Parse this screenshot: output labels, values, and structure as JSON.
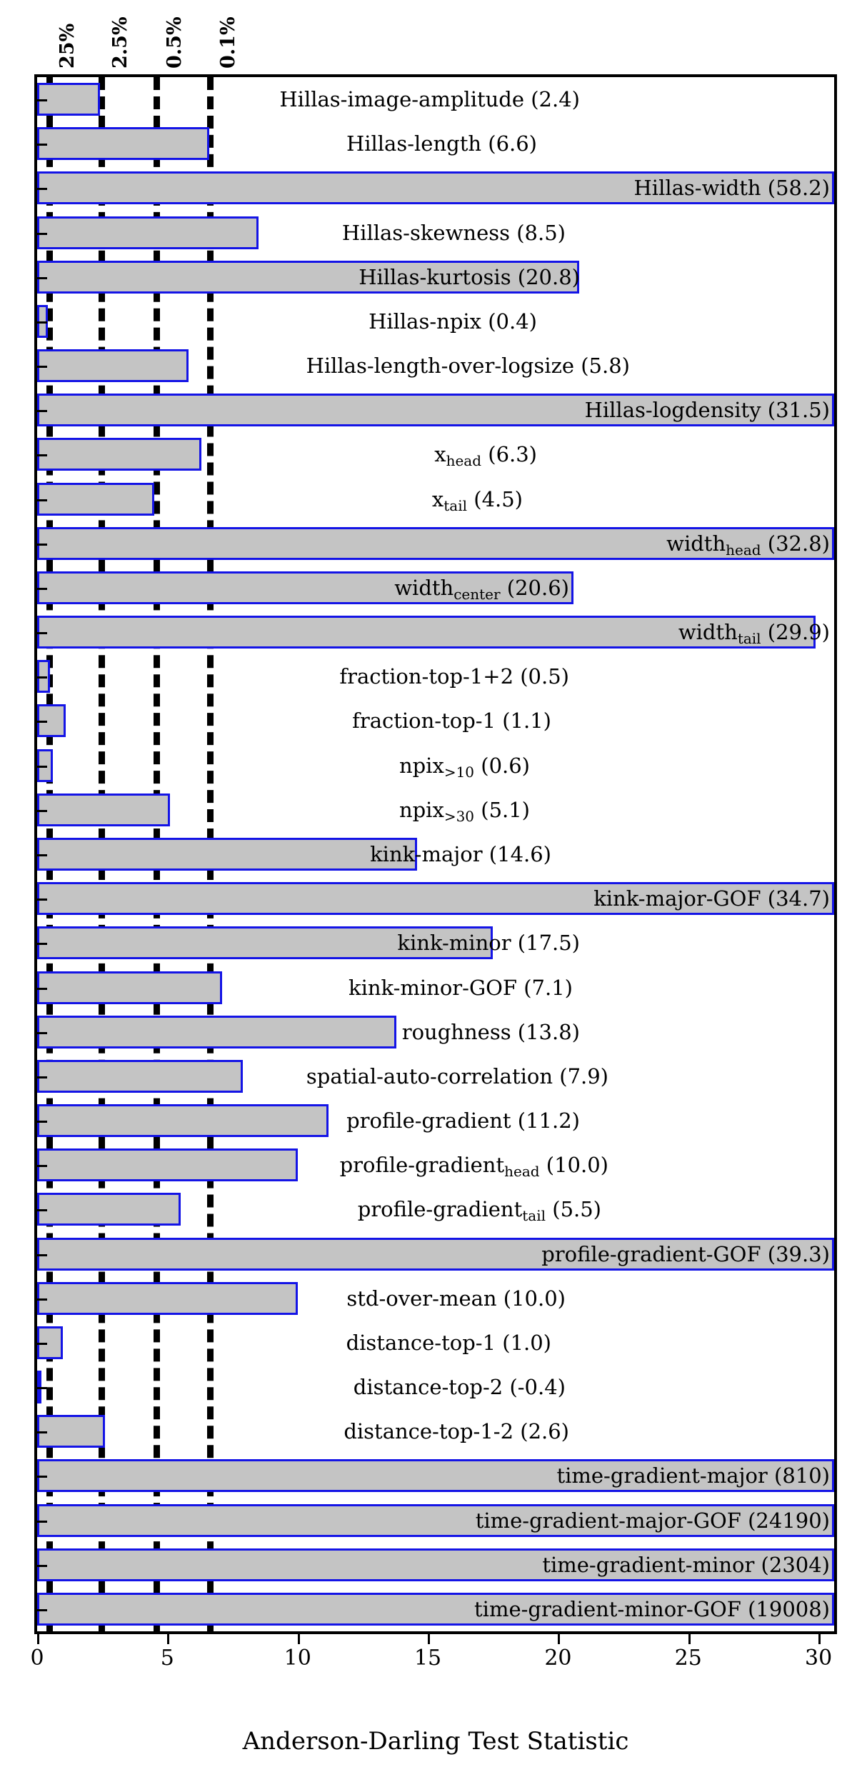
{
  "chart_data": {
    "type": "bar",
    "title": "",
    "xlabel": "Anderson-Darling Test Statistic",
    "ylabel": "",
    "orientation": "horizontal",
    "xlim": [
      0,
      30.6
    ],
    "grid": false,
    "legend": "none",
    "xticks": [
      0,
      5,
      10,
      15,
      20,
      25,
      30
    ],
    "xticklabels": [
      "0",
      "5",
      "10",
      "15",
      "20",
      "25",
      "30"
    ],
    "thresholds": [
      {
        "label": "25%",
        "value": 0.47
      },
      {
        "label": "2.5%",
        "value": 2.49
      },
      {
        "label": "0.5%",
        "value": 4.59
      },
      {
        "label": "0.1%",
        "value": 6.64
      }
    ],
    "categories": [
      "Hillas-image-amplitude",
      "Hillas-length",
      "Hillas-width",
      "Hillas-skewness",
      "Hillas-kurtosis",
      "Hillas-npix",
      "Hillas-length-over-logsize",
      "Hillas-logdensity",
      "x_head",
      "x_tail",
      "width_head",
      "width_center",
      "width_tail",
      "fraction-top-1+2",
      "fraction-top-1",
      "npix_>10",
      "npix_>30",
      "kink-major",
      "kink-major-GOF",
      "kink-minor",
      "kink-minor-GOF",
      "roughness",
      "spatial-auto-correlation",
      "profile-gradient",
      "profile-gradient_head",
      "profile-gradient_tail",
      "profile-gradient-GOF",
      "std-over-mean",
      "distance-top-1",
      "distance-top-2",
      "distance-top-1-2",
      "time-gradient-major",
      "time-gradient-major-GOF",
      "time-gradient-minor",
      "time-gradient-minor-GOF"
    ],
    "values": [
      2.4,
      6.6,
      58.2,
      8.5,
      20.8,
      0.4,
      5.8,
      31.5,
      6.3,
      4.5,
      32.8,
      20.6,
      29.9,
      0.5,
      1.1,
      0.6,
      5.1,
      14.6,
      34.7,
      17.5,
      7.1,
      13.8,
      7.9,
      11.2,
      10.0,
      5.5,
      39.3,
      10.0,
      1.0,
      -0.4,
      2.6,
      810,
      24190,
      2304,
      19008
    ]
  },
  "bars": [
    {
      "label": "Hillas-image-amplitude (2.4)",
      "value": 2.4,
      "label_anchor": "right",
      "label_x": 760
    },
    {
      "label": "Hillas-length (6.6)",
      "value": 6.6,
      "label_anchor": "right",
      "label_x": 700
    },
    {
      "label": "Hillas-width (58.2)",
      "value": 58.2,
      "label_anchor": "right",
      "label_x": 1110
    },
    {
      "label": "Hillas-skewness (8.5)",
      "value": 8.5,
      "label_anchor": "right",
      "label_x": 740
    },
    {
      "label": "Hillas-kurtosis (20.8)",
      "value": 20.8,
      "label_anchor": "right",
      "label_x": 760
    },
    {
      "label": "Hillas-npix (0.4)",
      "value": 0.4,
      "label_anchor": "right",
      "label_x": 700
    },
    {
      "label": "Hillas-length-over-logsize (5.8)",
      "value": 5.8,
      "label_anchor": "right",
      "label_x": 830
    },
    {
      "label": "Hillas-logdensity (31.5)",
      "value": 31.5,
      "label_anchor": "right",
      "label_x": 1110
    },
    {
      "label": "x_head (6.3)",
      "value": 6.3,
      "label_anchor": "right",
      "label_x": 700
    },
    {
      "label": "x_tail (4.5)",
      "value": 4.5,
      "label_anchor": "right",
      "label_x": 680
    },
    {
      "label": "width_head (32.8)",
      "value": 32.8,
      "label_anchor": "right",
      "label_x": 1110
    },
    {
      "label": "width_center (20.6)",
      "value": 20.6,
      "label_anchor": "right",
      "label_x": 745
    },
    {
      "label": "width_tail (29.9)",
      "value": 29.9,
      "label_anchor": "right",
      "label_x": 1110
    },
    {
      "label": "fraction-top-1+2 (0.5)",
      "value": 0.5,
      "label_anchor": "right",
      "label_x": 745
    },
    {
      "label": "fraction-top-1 (1.1)",
      "value": 1.1,
      "label_anchor": "right",
      "label_x": 720
    },
    {
      "label": "npix_>10 (0.6)",
      "value": 0.6,
      "label_anchor": "right",
      "label_x": 690
    },
    {
      "label": "npix_>30 (5.1)",
      "value": 5.1,
      "label_anchor": "right",
      "label_x": 690
    },
    {
      "label": "kink-major (14.6)",
      "value": 14.6,
      "label_anchor": "right",
      "label_x": 720
    },
    {
      "label": "kink-major-GOF (34.7)",
      "value": 34.7,
      "label_anchor": "right",
      "label_x": 1110
    },
    {
      "label": "kink-minor (17.5)",
      "value": 17.5,
      "label_anchor": "right",
      "label_x": 760
    },
    {
      "label": "kink-minor-GOF (7.1)",
      "value": 7.1,
      "label_anchor": "right",
      "label_x": 750
    },
    {
      "label": "roughness (13.8)",
      "value": 13.8,
      "label_anchor": "right",
      "label_x": 760
    },
    {
      "label": "spatial-auto-correlation (7.9)",
      "value": 7.9,
      "label_anchor": "right",
      "label_x": 800
    },
    {
      "label": "profile-gradient (11.2)",
      "value": 11.2,
      "label_anchor": "right",
      "label_x": 760
    },
    {
      "label": "profile-gradient_head (10.0)",
      "value": 10.0,
      "label_anchor": "right",
      "label_x": 800
    },
    {
      "label": "profile-gradient_tail (5.5)",
      "value": 5.5,
      "label_anchor": "right",
      "label_x": 790
    },
    {
      "label": "profile-gradient-GOF (39.3)",
      "value": 39.3,
      "label_anchor": "right",
      "label_x": 1110
    },
    {
      "label": "std-over-mean (10.0)",
      "value": 10.0,
      "label_anchor": "right",
      "label_x": 740
    },
    {
      "label": "distance-top-1 (1.0)",
      "value": 1.0,
      "label_anchor": "right",
      "label_x": 720
    },
    {
      "label": "distance-top-2 (-0.4)",
      "value": -0.4,
      "label_anchor": "right",
      "label_x": 740
    },
    {
      "label": "distance-top-1-2 (2.6)",
      "value": 2.6,
      "label_anchor": "right",
      "label_x": 745
    },
    {
      "label": "time-gradient-major (810)",
      "value": 810,
      "label_anchor": "right",
      "label_x": 1110
    },
    {
      "label": "time-gradient-major-GOF (24190)",
      "value": 24190,
      "label_anchor": "right",
      "label_x": 1110
    },
    {
      "label": "time-gradient-minor (2304)",
      "value": 2304,
      "label_anchor": "right",
      "label_x": 1110
    },
    {
      "label": "time-gradient-minor-GOF (19008)",
      "value": 19008,
      "label_anchor": "right",
      "label_x": 1110
    }
  ],
  "style": {
    "bar_fill": "#c4c4c4",
    "bar_stroke": "#1414e6",
    "axis_color": "#000000",
    "threshold_color": "#000000",
    "background": "#ffffff"
  }
}
